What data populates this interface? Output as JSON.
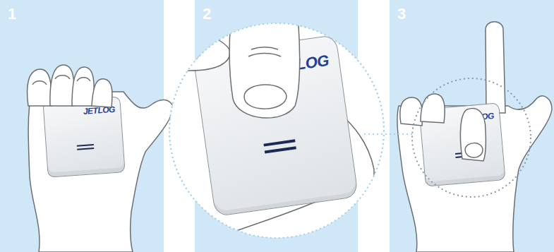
{
  "diagram": {
    "nodes": [
      {
        "text": [
          "1"
        ]
      },
      {
        "text": [
          "JETLOG"
        ],
        "in": 0
      },
      {
        "text": [
          "2"
        ]
      },
      {
        "text": [
          "JETLOG"
        ],
        "in": 2
      },
      {
        "text": [
          "3"
        ]
      },
      {
        "text": [
          "JETLOG"
        ],
        "in": 4
      }
    ]
  }
}
